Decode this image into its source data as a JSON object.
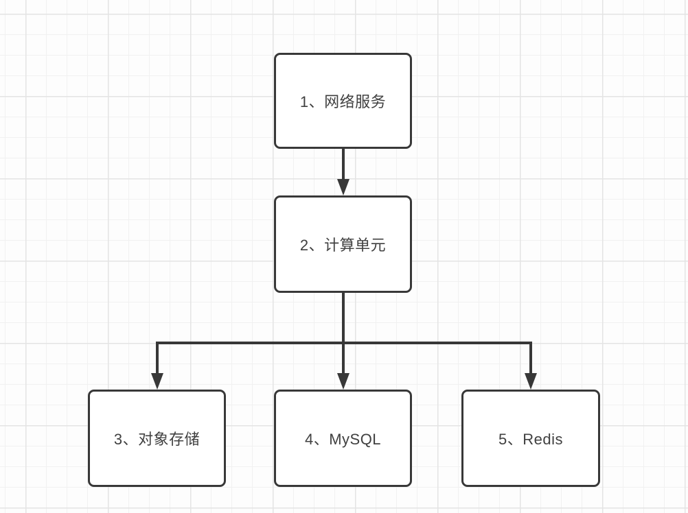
{
  "diagram": {
    "nodes": [
      {
        "id": "node-1",
        "label": "1、网络服务"
      },
      {
        "id": "node-2",
        "label": "2、计算单元"
      },
      {
        "id": "node-3",
        "label": "3、对象存储"
      },
      {
        "id": "node-4",
        "label": "4、MySQL"
      },
      {
        "id": "node-5",
        "label": "5、Redis"
      }
    ],
    "edges": [
      {
        "from": "node-1",
        "to": "node-2",
        "type": "arrow"
      },
      {
        "from": "node-2",
        "to": "node-3",
        "type": "arrow"
      },
      {
        "from": "node-2",
        "to": "node-4",
        "type": "arrow"
      },
      {
        "from": "node-2",
        "to": "node-5",
        "type": "arrow"
      }
    ],
    "colors": {
      "stroke": "#383838",
      "node_fill": "#ffffff",
      "node_text": "#404040",
      "canvas_background": "#fdfdfd",
      "grid_minor_line": "#f1f1f1",
      "grid_major_line": "#e4e4e4"
    }
  }
}
